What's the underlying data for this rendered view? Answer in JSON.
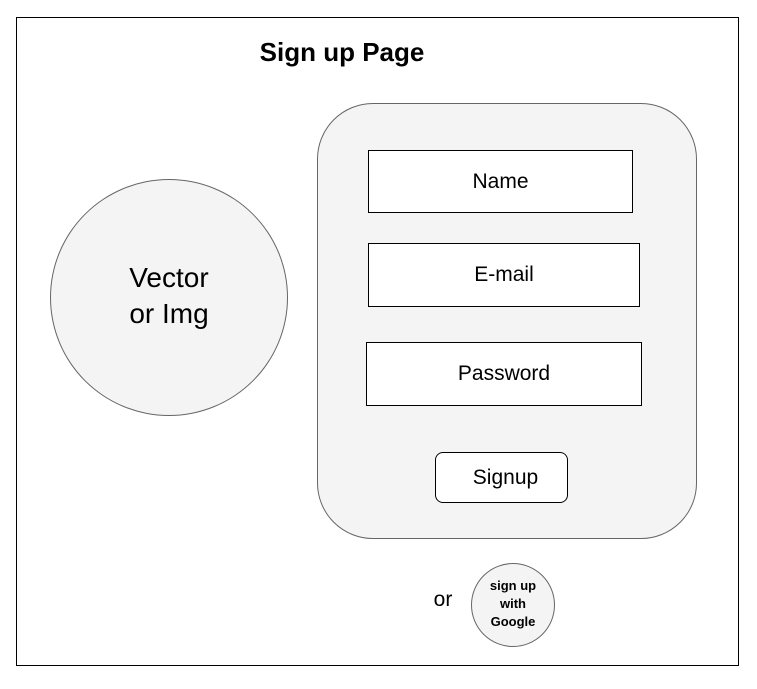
{
  "page": {
    "title": "Sign up Page"
  },
  "image_placeholder": {
    "label": "Vector\nor Img"
  },
  "form": {
    "name_field": "Name",
    "email_field": "E-mail",
    "password_field": "Password",
    "signup_button": "Signup"
  },
  "alternative": {
    "separator": "or",
    "google_button": "sign up\nwith\nGoogle"
  },
  "colors": {
    "border": "#000000",
    "shape_border": "#666666",
    "shape_fill": "#f4f4f4",
    "background": "#ffffff"
  }
}
